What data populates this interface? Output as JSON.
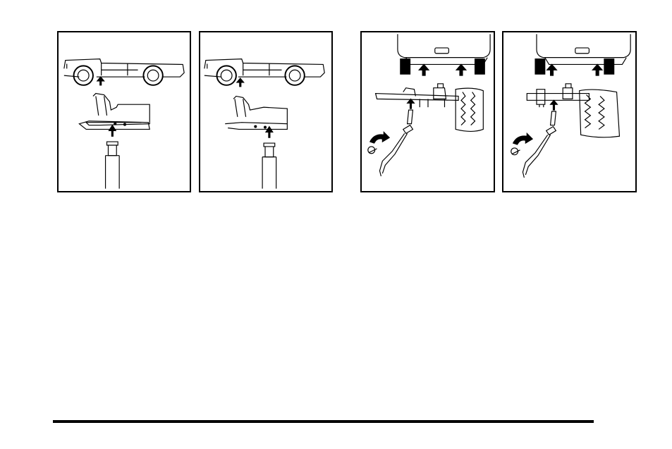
{
  "page": {
    "background": "#ffffff",
    "ink": "#000000"
  },
  "figures": [
    {
      "id": "fig-1",
      "icon": "truck-side-jack-point-front-illustration"
    },
    {
      "id": "fig-2",
      "icon": "truck-side-jack-point-rear-illustration"
    },
    {
      "id": "fig-3",
      "icon": "rear-axle-jack-crank-illustration"
    },
    {
      "id": "fig-4",
      "icon": "rear-axle-jack-crank-alt-illustration"
    }
  ]
}
